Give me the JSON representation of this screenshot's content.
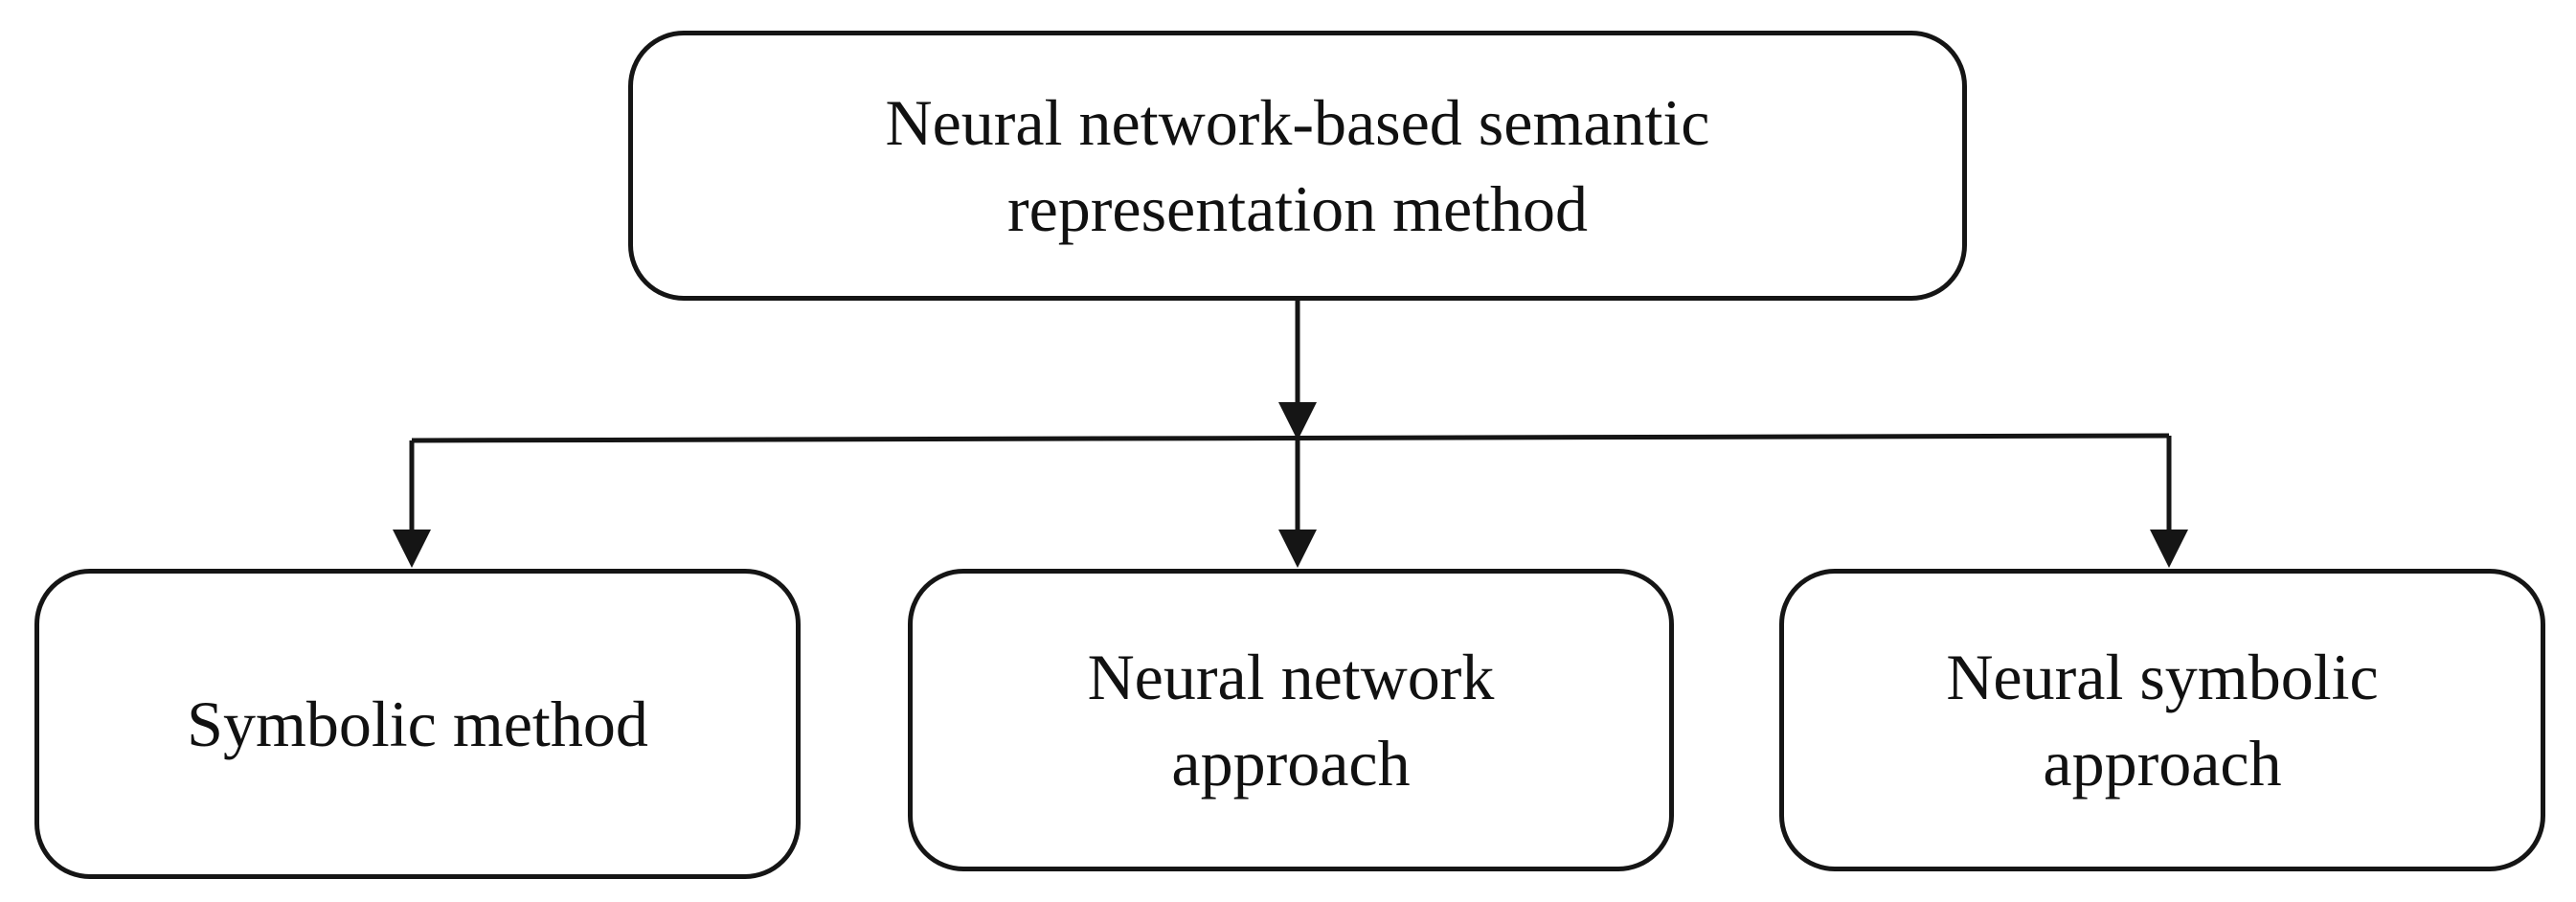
{
  "diagram": {
    "root": {
      "line1": "Neural network-based semantic",
      "line2": "representation method"
    },
    "children": [
      {
        "line1": "Symbolic method"
      },
      {
        "line1": "Neural network",
        "line2": "approach"
      },
      {
        "line1": "Neural symbolic",
        "line2": "approach"
      }
    ]
  }
}
